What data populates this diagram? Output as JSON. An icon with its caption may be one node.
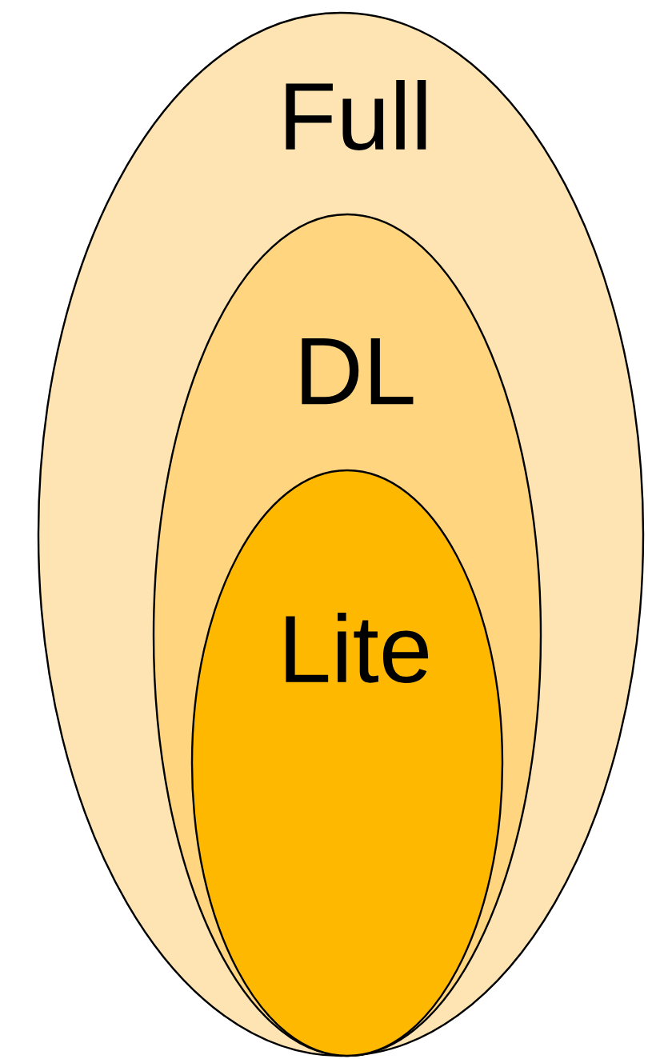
{
  "diagram": {
    "nodes": [
      {
        "text": [
          "Full"
        ]
      },
      {
        "text": [
          "DL"
        ],
        "in": 0
      },
      {
        "text": [
          "Lite"
        ],
        "in": 1
      }
    ]
  }
}
